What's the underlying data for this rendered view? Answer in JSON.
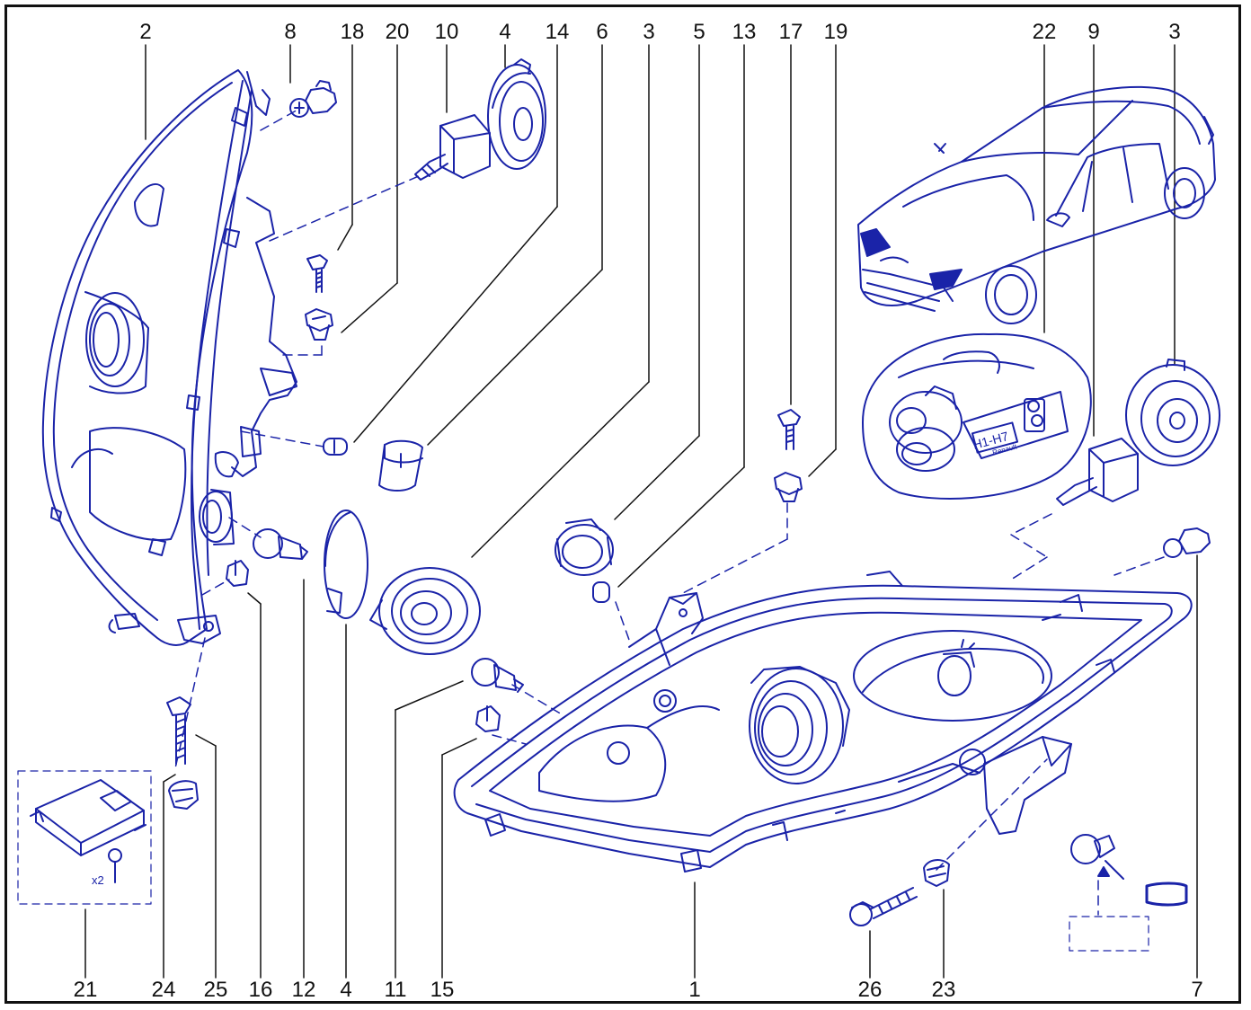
{
  "colors": {
    "line": "#1a23a8",
    "fill": "#ffffff",
    "text": "#111111",
    "border": "#111111"
  },
  "labels_top": [
    "2",
    "8",
    "18",
    "20",
    "10",
    "4",
    "14",
    "6",
    "3",
    "5",
    "13",
    "17",
    "19",
    "22",
    "9",
    "3"
  ],
  "labels_bottom": [
    "21",
    "24",
    "25",
    "16",
    "12",
    "4",
    "11",
    "15",
    "1",
    "26",
    "23",
    "7"
  ],
  "kit_text": {
    "model": "H1-H7",
    "brand": "Renault"
  },
  "qty_text": "x2"
}
